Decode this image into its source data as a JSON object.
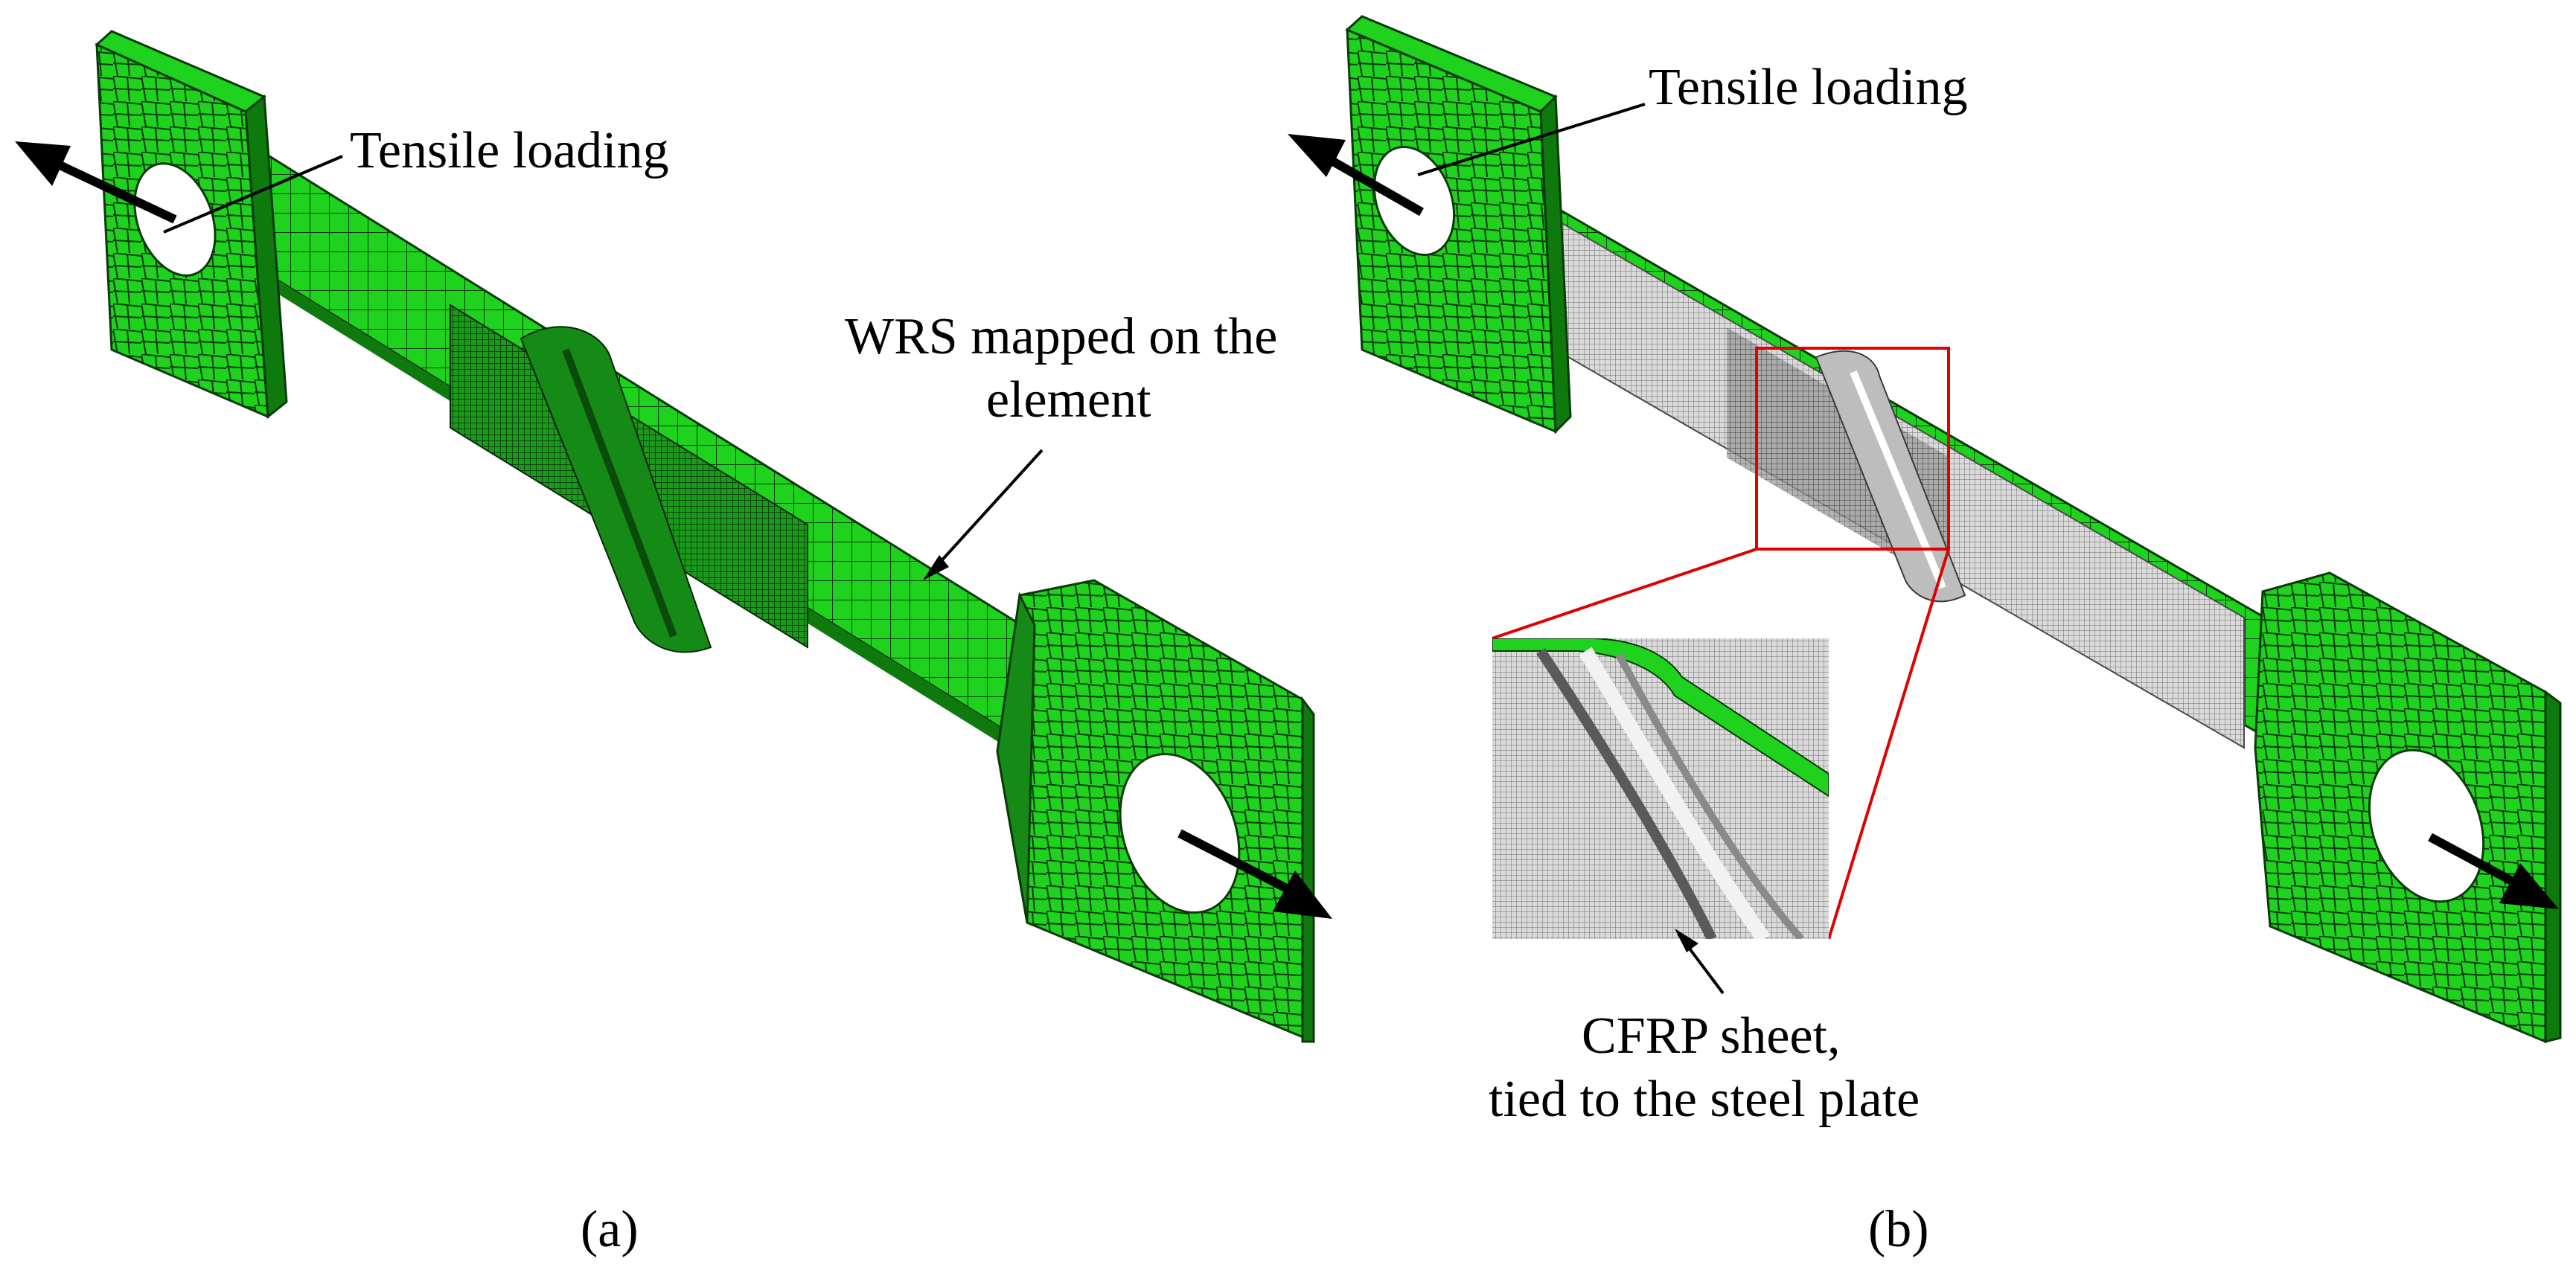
{
  "colors": {
    "mesh_fill": "#1ED21E",
    "mesh_dark": "#0E7A0E",
    "mesh_line": "#0A3A0A",
    "cfrp_fill": "#D4D4D4",
    "zoom_box": "#E00000",
    "arrow": "#000000"
  },
  "panel_a": {
    "label_tensile": "Tensile loading",
    "label_wrs_line1": "WRS mapped on the",
    "label_wrs_line2": "element",
    "caption": "(a)"
  },
  "panel_b": {
    "label_tensile": "Tensile loading",
    "label_cfrp_line1": "CFRP sheet,",
    "label_cfrp_line2": "tied to the steel plate",
    "caption": "(b)"
  }
}
